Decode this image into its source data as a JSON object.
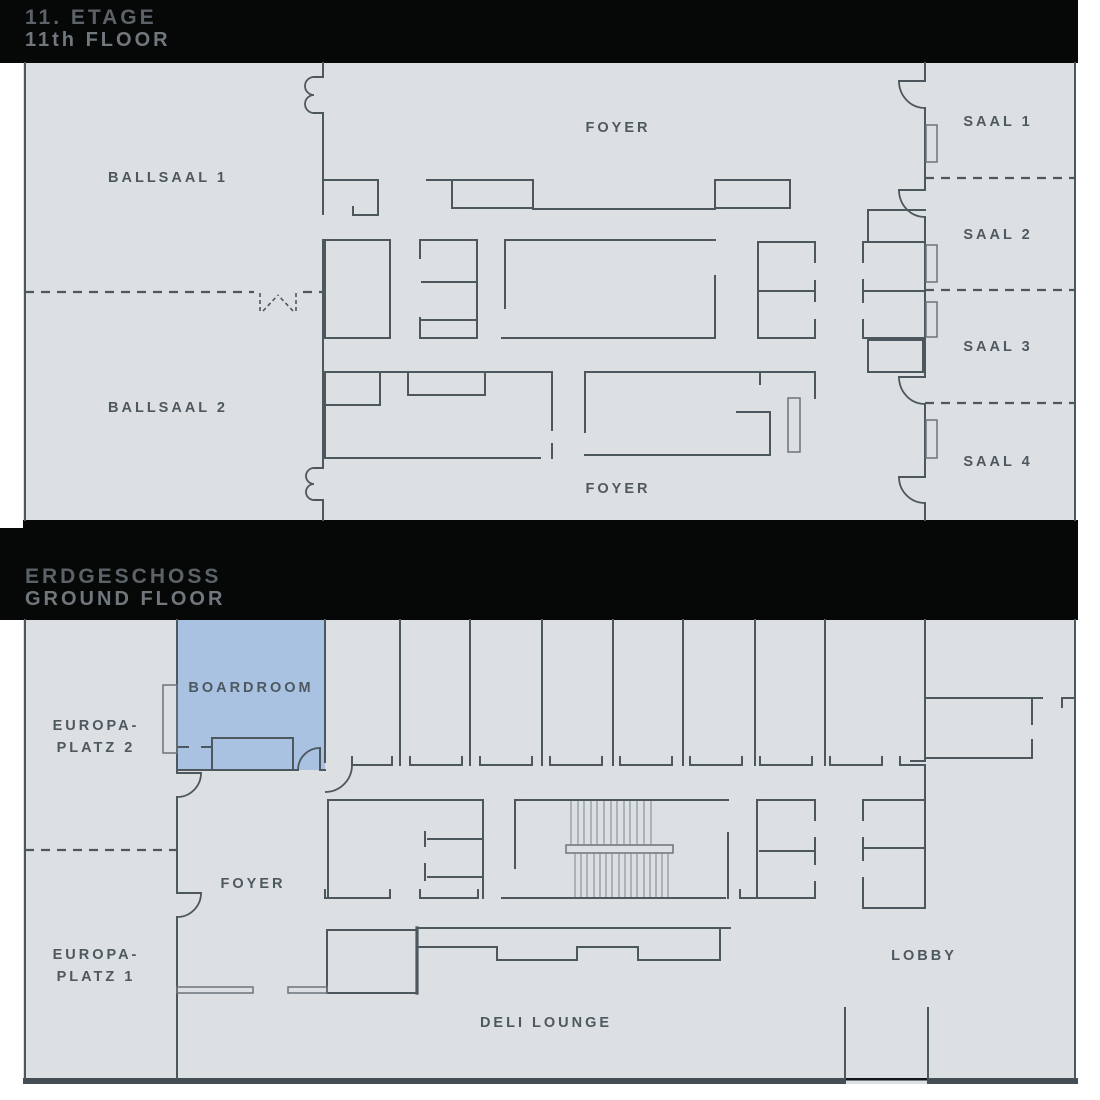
{
  "page": {
    "kind": "hotel floor plans"
  },
  "floor11": {
    "title": "11. ETAGE",
    "subtitle": "11th FLOOR",
    "labels": {
      "ballsaal1": "BALLSAAL 1",
      "ballsaal2": "BALLSAAL 2",
      "foyer_top": "FOYER",
      "foyer_bottom": "FOYER",
      "saal1": "SAAL 1",
      "saal2": "SAAL 2",
      "saal3": "SAAL 3",
      "saal4": "SAAL 4"
    }
  },
  "ground": {
    "title": "ERDGESCHOSS",
    "subtitle": "GROUND FLOOR",
    "labels": {
      "boardroom": "BOARDROOM",
      "europaplatz2_line1": "EUROPA-",
      "europaplatz2_line2": "PLATZ 2",
      "europaplatz1_line1": "EUROPA-",
      "europaplatz1_line2": "PLATZ 1",
      "foyer": "FOYER",
      "deli_lounge": "DELI LOUNGE",
      "lobby": "LOBBY"
    }
  },
  "colors": {
    "header_band": "#060707",
    "plan_background": "#dce0e3",
    "wall": "#4d575e",
    "thin_line": "#6b747b",
    "stair_line": "#7d868d",
    "highlight_boardroom": "#a9c2e2",
    "bottom_edge": "#454e54",
    "label_text": "#4e585f"
  }
}
